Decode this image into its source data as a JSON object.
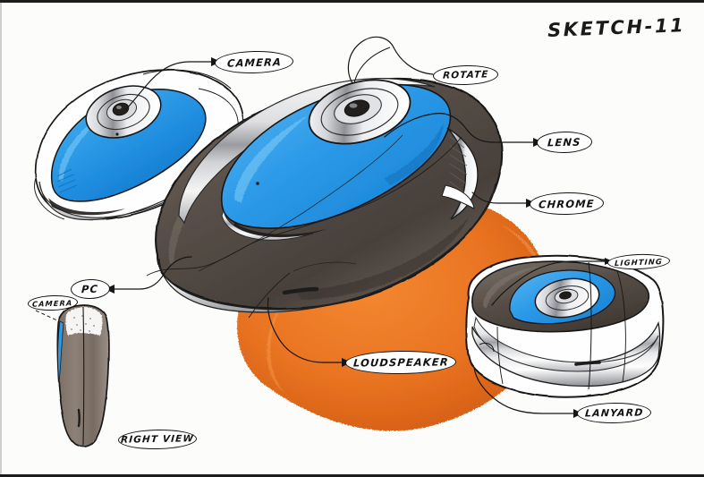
{
  "sheet": {
    "type": "industrial-design-marker-sketch",
    "subject": "handheld camera / loudspeaker product concept",
    "paper_color": "#fdfdfb",
    "border_color": "#1c1c1c"
  },
  "title": {
    "text": "SKETCH-11"
  },
  "palette": {
    "ink": "#141414",
    "body_dark": "#574e48",
    "body_dark_shadow": "#3c352f",
    "accent_blue": "#2b9ae8",
    "accent_blue_deep": "#1177cf",
    "chrome_light": "#ffffff",
    "chrome_mid": "#c9c9cb",
    "chrome_dark": "#8b8b8e",
    "background_orange": "#ea7320",
    "background_orange_deep": "#d45f12"
  },
  "callouts": [
    {
      "id": "camera-top",
      "text": "CAMERA",
      "target": "lens assembly on top-left view"
    },
    {
      "id": "rotate",
      "text": "ROTATE",
      "target": "rotating lens bezel"
    },
    {
      "id": "lens",
      "text": "LENS",
      "target": "main body lens"
    },
    {
      "id": "chrome",
      "text": "CHROME",
      "target": "chrome trim strip"
    },
    {
      "id": "lighting",
      "text": "LIGHTING",
      "target": "light element on side view"
    },
    {
      "id": "loudspeaker",
      "text": "LOUDSPEAKER",
      "target": "speaker grille under main body"
    },
    {
      "id": "lanyard",
      "text": "LANYARD",
      "target": "lanyard attachment point"
    },
    {
      "id": "pc",
      "text": "PC",
      "target": "pc connection on main body"
    },
    {
      "id": "camera-small",
      "text": "CAMERA",
      "target": "camera on right-view silhouette"
    },
    {
      "id": "right-view",
      "text": "RIGHT VIEW",
      "target": "orthographic side elevation caption"
    }
  ],
  "views": [
    {
      "id": "top-left-view",
      "name": "three-quarter top view",
      "finish": "white / chrome body with blue upper panel"
    },
    {
      "id": "main-view",
      "name": "main hero three-quarter view",
      "finish": "dark charcoal body, blue top panel, chrome trim"
    },
    {
      "id": "lower-right-view",
      "name": "side three-quarter view",
      "finish": "chrome base, dark top shell, blue accent"
    },
    {
      "id": "right-elevation",
      "name": "right view silhouette",
      "finish": "grey-brown body with blue edge stripe"
    }
  ]
}
